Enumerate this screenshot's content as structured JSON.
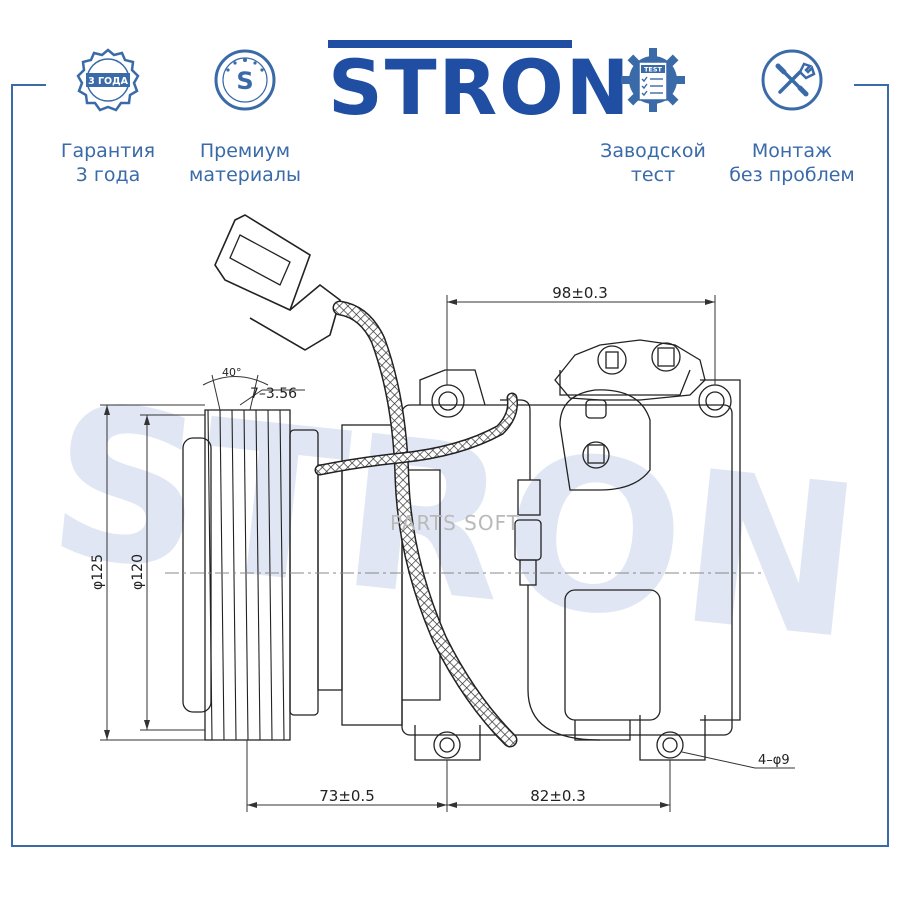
{
  "brand": {
    "name": "STRON",
    "color": "#1f4ea3"
  },
  "features": [
    {
      "badge": "3 ГОДА",
      "line1": "Гарантия",
      "line2": "3 года"
    },
    {
      "badge": "S",
      "line1": "Премиум",
      "line2": "материалы"
    },
    {
      "badge": "TEST",
      "line1": "Заводской",
      "line2": "тест"
    },
    {
      "badge": "",
      "line1": "Монтаж",
      "line2": "без проблем"
    }
  ],
  "watermark": {
    "text": "STRON",
    "subtext": "PARTS SOFT"
  },
  "dimensions": {
    "top_width": "98±0.3",
    "angle": "40°",
    "pulley_grooves": "7–3.56",
    "outer_diameter": "φ125",
    "inner_diameter": "φ120",
    "bottom_left": "73±0.5",
    "bottom_right": "82±0.3",
    "mount_holes": "4–φ9"
  },
  "colors": {
    "accent": "#3a6aa8",
    "frame": "#3a6aa8",
    "watermark": "#c7d3ea",
    "line": "#222222"
  }
}
